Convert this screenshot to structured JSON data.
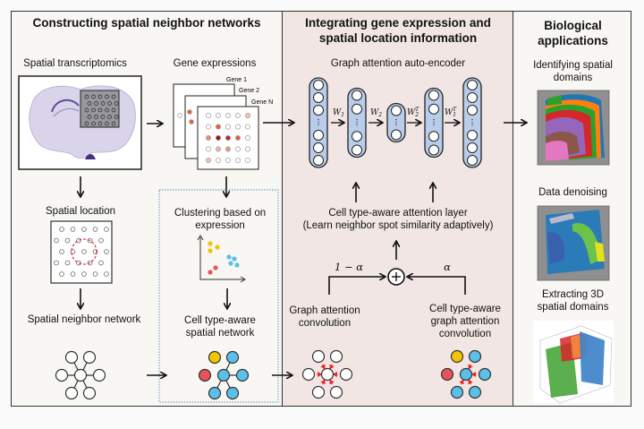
{
  "panels": {
    "construct": {
      "title": "Constructing spatial neighbor networks",
      "spatial_transcriptomics": "Spatial transcriptomics",
      "gene_expressions": "Gene expressions",
      "gene_labels": [
        "Gene 1",
        "Gene 2",
        "Gene N"
      ],
      "spatial_location": "Spatial location",
      "clustering_line1": "Clustering based on",
      "clustering_line2": "expression",
      "spatial_neighbor_network": "Spatial neighbor network",
      "cell_type_network_line1": "Cell type-aware",
      "cell_type_network_line2": "spatial network"
    },
    "integrate": {
      "title_line1": "Integrating gene expression and",
      "title_line2": "spatial location information",
      "autoencoder": "Graph attention auto-encoder",
      "weights": [
        "W1",
        "W2",
        "W2T",
        "W1T"
      ],
      "attention_line1": "Cell type-aware attention layer",
      "attention_line2": "(Learn neighbor spot similarity adaptively)",
      "one_minus_alpha": "1 − α",
      "alpha": "α",
      "gac_line1": "Graph attention",
      "gac_line2": "convolution",
      "ctgac_line1": "Cell type-aware",
      "ctgac_line2": "graph attention",
      "ctgac_line3": "convolution"
    },
    "apps": {
      "title_line1": "Biological",
      "title_line2": "applications",
      "domains_line1": "Identifying spatial",
      "domains_line2": "domains",
      "denoising": "Data denoising",
      "threed_line1": "Extracting 3D",
      "threed_line2": "spatial domains"
    }
  },
  "colors": {
    "yellow": "#f2c500",
    "blue": "#5bbfea",
    "red": "#e8525a",
    "layer_fill": "#b9cdea",
    "arrow_red": "#ee2222"
  }
}
